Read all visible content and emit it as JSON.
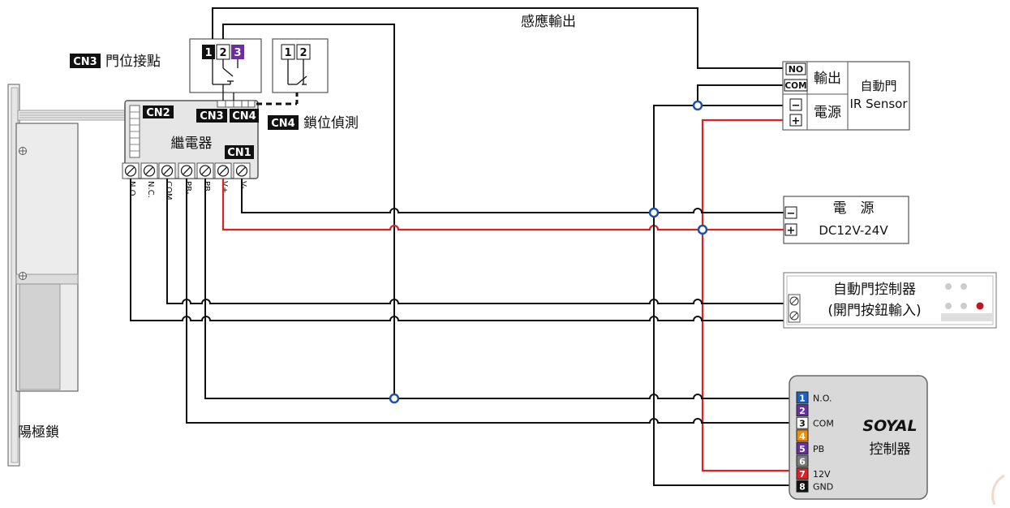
{
  "labels": {
    "sensor_output": "感應輸出",
    "cn3_tag": "CN3",
    "cn3_text": "門位接點",
    "cn4_tag": "CN4",
    "cn4_text": "鎖位偵測",
    "cn2": "CN2",
    "cn3": "CN3",
    "cn4": "CN4",
    "cn1": "CN1",
    "relay": "繼電器",
    "lock": "陽極鎖"
  },
  "relay_contacts": {
    "left": [
      "1",
      "2",
      "3"
    ],
    "right": [
      "1",
      "2"
    ]
  },
  "relay_terminals": [
    "N.O.",
    "N.C.",
    "COM",
    "PB-",
    "PB",
    "V+",
    "V-"
  ],
  "ir_sensor": {
    "no": "NO",
    "com": "COM",
    "minus": "−",
    "plus": "+",
    "output": "輸出",
    "power": "電源",
    "title1": "自動門",
    "title2": "IR Sensor"
  },
  "power_supply": {
    "minus": "−",
    "plus": "+",
    "title": "電　源",
    "spec": "DC12V-24V"
  },
  "door_controller": {
    "line1": "自動門控制器",
    "line2": "(開門按鈕輸入)"
  },
  "soyal": {
    "brand": "SOYAL",
    "name": "控制器",
    "pins": [
      {
        "num": "1",
        "label": "N.O.",
        "color": "#1e5fbf"
      },
      {
        "num": "2",
        "label": "",
        "color": "#6b2fa0"
      },
      {
        "num": "3",
        "label": "COM",
        "color": "#ffffff"
      },
      {
        "num": "4",
        "label": "",
        "color": "#f08c00"
      },
      {
        "num": "5",
        "label": "PB",
        "color": "#6b2fa0"
      },
      {
        "num": "6",
        "label": "",
        "color": "#7a7a7a"
      },
      {
        "num": "7",
        "label": "12V",
        "color": "#e02020"
      },
      {
        "num": "8",
        "label": "GND",
        "color": "#111111"
      }
    ]
  },
  "colors": {
    "wire": "#111111",
    "power_wire": "#e02020",
    "junction": "#1f4fa8",
    "tag_bg": "#111111",
    "purple": "#6b2fa0"
  }
}
